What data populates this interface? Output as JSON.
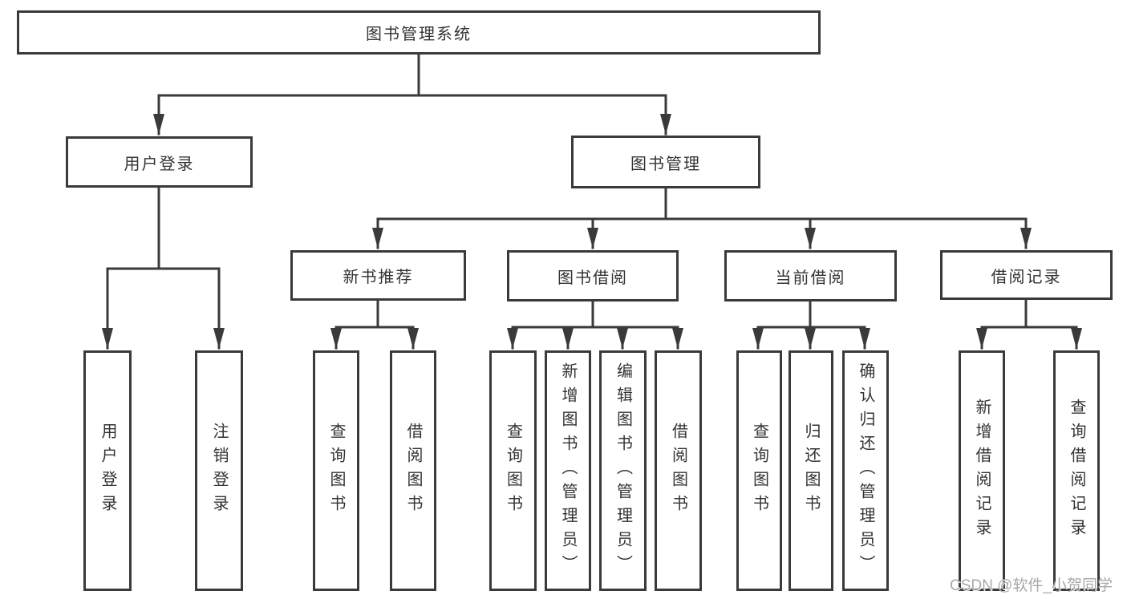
{
  "diagram": {
    "tree": {
      "label": "图书管理系统",
      "children": [
        {
          "label": "用户登录",
          "children": [
            {
              "label": "用户登录"
            },
            {
              "label": "注销登录"
            }
          ]
        },
        {
          "label": "图书管理",
          "children": [
            {
              "label": "新书推荐",
              "children": [
                {
                  "label": "查询图书"
                },
                {
                  "label": "借阅图书"
                }
              ]
            },
            {
              "label": "图书借阅",
              "children": [
                {
                  "label": "查询图书"
                },
                {
                  "label": "新增图书（管理员）"
                },
                {
                  "label": "编辑图书（管理员）"
                },
                {
                  "label": "借阅图书"
                }
              ]
            },
            {
              "label": "当前借阅",
              "children": [
                {
                  "label": "查询图书"
                },
                {
                  "label": "归还图书"
                },
                {
                  "label": "确认归还（管理员）"
                }
              ]
            },
            {
              "label": "借阅记录",
              "children": [
                {
                  "label": "新增借阅记录"
                },
                {
                  "label": "查询借阅记录"
                }
              ]
            }
          ]
        }
      ]
    },
    "colors": {
      "line": "#3a3a3a",
      "box_border": "#3a3a3a",
      "box_fill": "#ffffff",
      "text": "#333333",
      "background": "#ffffff",
      "watermark_text_color": "#a8a8a8"
    }
  },
  "watermark": {
    "text": "CSDN @软件_小贺同学"
  }
}
